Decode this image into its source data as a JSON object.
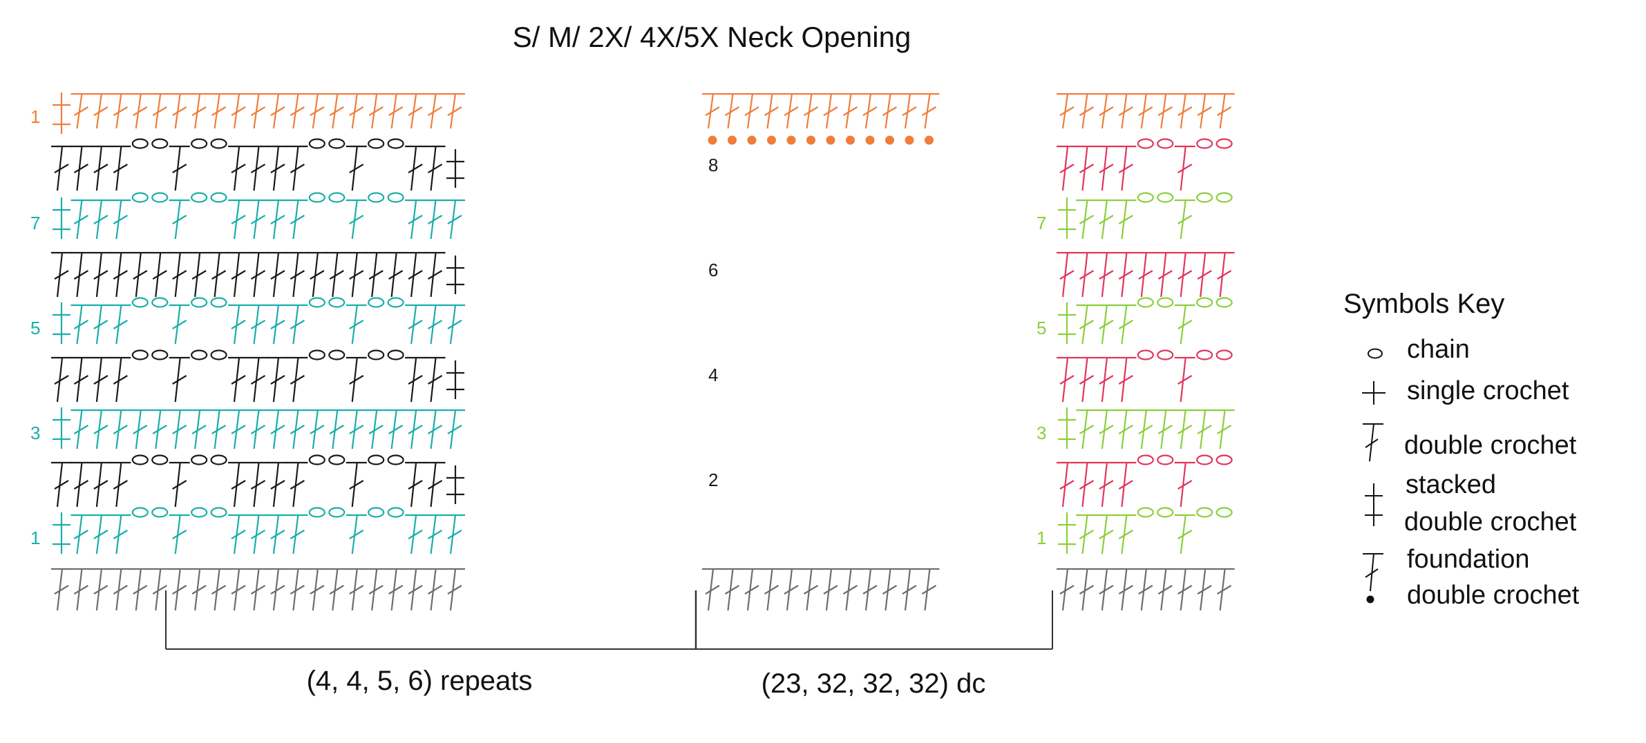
{
  "title": "S/ M/ 2X/ 4X/5X Neck Opening",
  "left_row_labels": [
    {
      "row": 1,
      "text": "1",
      "color_key": "orange"
    },
    {
      "row": 8,
      "text": "8",
      "color_key": "black"
    },
    {
      "row": 7,
      "text": "7",
      "color_key": "teal"
    },
    {
      "row": 6,
      "text": "6",
      "color_key": "black"
    },
    {
      "row": 5,
      "text": "5",
      "color_key": "teal"
    },
    {
      "row": 4,
      "text": "4",
      "color_key": "black"
    },
    {
      "row": 3,
      "text": "3",
      "color_key": "teal"
    },
    {
      "row": 2,
      "text": "2",
      "color_key": "black"
    },
    {
      "row": 1,
      "text": "1",
      "color_key": "teal"
    }
  ],
  "right_row_labels": [
    {
      "row": 7,
      "text": "7"
    },
    {
      "row": 5,
      "text": "5"
    },
    {
      "row": 3,
      "text": "3"
    },
    {
      "row": 1,
      "text": "1"
    }
  ],
  "brackets": {
    "repeats": "(4, 4, 5, 6) repeats",
    "dc": "(23, 32, 32, 32) dc"
  },
  "key": {
    "title": "Symbols Key",
    "items": [
      {
        "symbol": "chain",
        "lines": [
          "chain"
        ]
      },
      {
        "symbol": "sc",
        "lines": [
          "single crochet"
        ]
      },
      {
        "symbol": "dc",
        "lines": [
          "double crochet"
        ]
      },
      {
        "symbol": "stacked",
        "lines": [
          "stacked",
          "double crochet"
        ]
      },
      {
        "symbol": "fdc",
        "lines": [
          "foundation",
          "double crochet"
        ]
      }
    ]
  },
  "colors": {
    "orange": "#f07d3a",
    "teal": "#1aaeaa",
    "black": "#1a1a1a",
    "gray": "#6d6d6d",
    "pink": "#e2355d",
    "green": "#8bcf3c"
  }
}
